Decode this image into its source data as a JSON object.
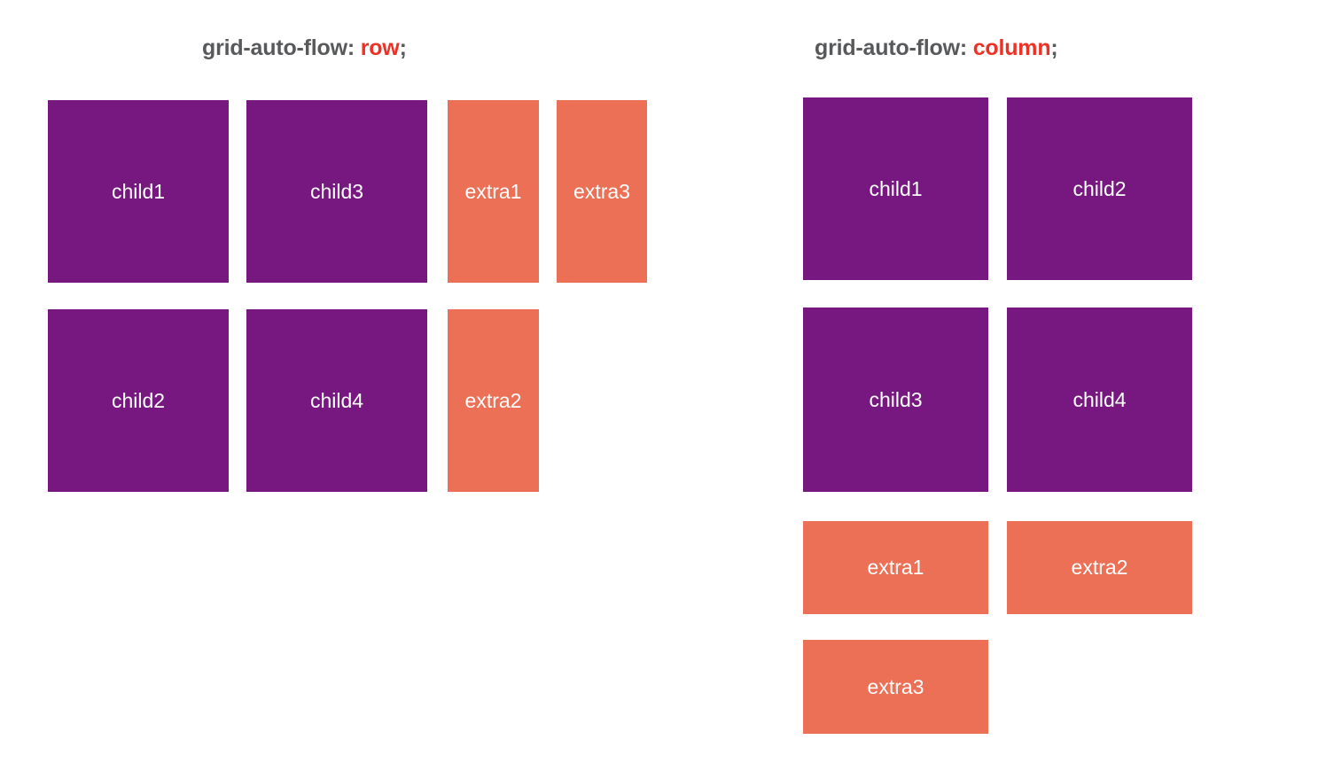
{
  "page": {
    "background_color": "#ffffff",
    "purple_color": "#771880",
    "orange_color": "#eb7055",
    "title_color": "#58595b",
    "keyword_color": "#ee3124",
    "label_color": "#ffffff"
  },
  "panels": [
    {
      "id": "row-flow",
      "title": {
        "property": "grid-auto-flow:",
        "value": "row",
        "terminator": ";"
      },
      "cells": [
        {
          "label": "child1",
          "kind": "child"
        },
        {
          "label": "child3",
          "kind": "child"
        },
        {
          "label": "extra1",
          "kind": "extra"
        },
        {
          "label": "extra3",
          "kind": "extra"
        },
        {
          "label": "child2",
          "kind": "child"
        },
        {
          "label": "child4",
          "kind": "child"
        },
        {
          "label": "extra2",
          "kind": "extra"
        }
      ]
    },
    {
      "id": "column-flow",
      "title": {
        "property": "grid-auto-flow:",
        "value": "column",
        "terminator": ";"
      },
      "cells": [
        {
          "label": "child1",
          "kind": "child"
        },
        {
          "label": "child2",
          "kind": "child"
        },
        {
          "label": "child3",
          "kind": "child"
        },
        {
          "label": "child4",
          "kind": "child"
        },
        {
          "label": "extra1",
          "kind": "extra"
        },
        {
          "label": "extra2",
          "kind": "extra"
        },
        {
          "label": "extra3",
          "kind": "extra"
        }
      ]
    }
  ]
}
